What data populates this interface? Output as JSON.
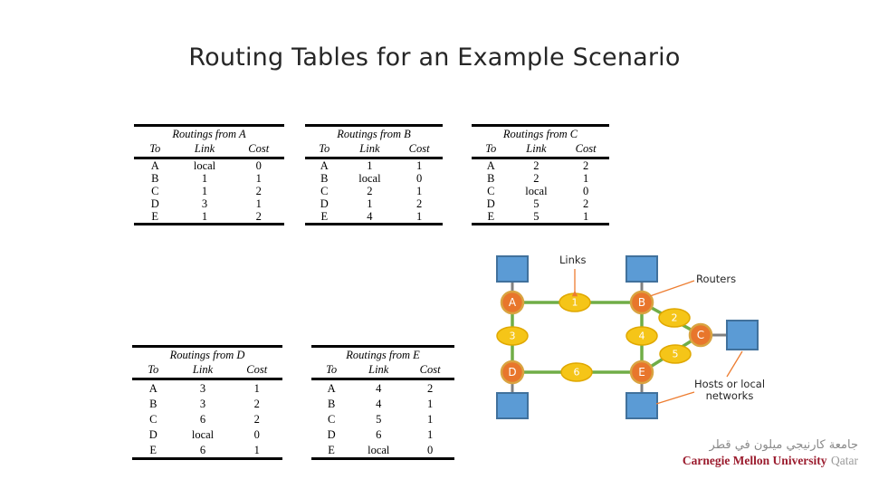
{
  "slide": {
    "title": "Routing Tables for an Example Scenario"
  },
  "tables": [
    {
      "id": "rt-a",
      "caption": "Routings from A",
      "columns": [
        "To",
        "Link",
        "Cost"
      ],
      "rows": [
        [
          "A",
          "local",
          "0"
        ],
        [
          "B",
          "1",
          "1"
        ],
        [
          "C",
          "1",
          "2"
        ],
        [
          "D",
          "3",
          "1"
        ],
        [
          "E",
          "1",
          "2"
        ]
      ]
    },
    {
      "id": "rt-b",
      "caption": "Routings from B",
      "columns": [
        "To",
        "Link",
        "Cost"
      ],
      "rows": [
        [
          "A",
          "1",
          "1"
        ],
        [
          "B",
          "local",
          "0"
        ],
        [
          "C",
          "2",
          "1"
        ],
        [
          "D",
          "1",
          "2"
        ],
        [
          "E",
          "4",
          "1"
        ]
      ]
    },
    {
      "id": "rt-c",
      "caption": "Routings from C",
      "columns": [
        "To",
        "Link",
        "Cost"
      ],
      "rows": [
        [
          "A",
          "2",
          "2"
        ],
        [
          "B",
          "2",
          "1"
        ],
        [
          "C",
          "local",
          "0"
        ],
        [
          "D",
          "5",
          "2"
        ],
        [
          "E",
          "5",
          "1"
        ]
      ]
    },
    {
      "id": "rt-d",
      "caption": "Routings from D",
      "columns": [
        "To",
        "Link",
        "Cost"
      ],
      "rows": [
        [
          "A",
          "3",
          "1"
        ],
        [
          "B",
          "3",
          "2"
        ],
        [
          "C",
          "6",
          "2"
        ],
        [
          "D",
          "local",
          "0"
        ],
        [
          "E",
          "6",
          "1"
        ]
      ]
    },
    {
      "id": "rt-e",
      "caption": "Routings from E",
      "columns": [
        "To",
        "Link",
        "Cost"
      ],
      "rows": [
        [
          "A",
          "4",
          "2"
        ],
        [
          "B",
          "4",
          "1"
        ],
        [
          "C",
          "5",
          "1"
        ],
        [
          "D",
          "6",
          "1"
        ],
        [
          "E",
          "local",
          "0"
        ]
      ]
    }
  ],
  "diagram": {
    "annotations": {
      "links": "Links",
      "routers": "Routers",
      "hosts_line1": "Hosts or local",
      "hosts_line2": "networks"
    },
    "routers": [
      {
        "id": "A",
        "label": "A"
      },
      {
        "id": "B",
        "label": "B"
      },
      {
        "id": "C",
        "label": "C"
      },
      {
        "id": "D",
        "label": "D"
      },
      {
        "id": "E",
        "label": "E"
      }
    ],
    "links": [
      {
        "id": "1",
        "label": "1",
        "between": [
          "A",
          "B"
        ]
      },
      {
        "id": "2",
        "label": "2",
        "between": [
          "B",
          "C"
        ]
      },
      {
        "id": "3",
        "label": "3",
        "between": [
          "A",
          "D"
        ]
      },
      {
        "id": "4",
        "label": "4",
        "between": [
          "B",
          "E"
        ]
      },
      {
        "id": "5",
        "label": "5",
        "between": [
          "C",
          "E"
        ]
      },
      {
        "id": "6",
        "label": "6",
        "between": [
          "D",
          "E"
        ]
      }
    ],
    "hosts": [
      {
        "attached_to": "A",
        "position": "above"
      },
      {
        "attached_to": "B",
        "position": "above"
      },
      {
        "attached_to": "C",
        "position": "right"
      },
      {
        "attached_to": "D",
        "position": "below"
      },
      {
        "attached_to": "E",
        "position": "below"
      }
    ],
    "colors": {
      "router_fill": "#E8762C",
      "router_stroke": "#D9A441",
      "link_fill": "#F5C518",
      "link_stroke": "#E0A800",
      "edge": "#70AD47",
      "host_fill": "#5B9BD5",
      "host_stroke": "#41719C",
      "leader": "#ED7D31",
      "stub": "#808080"
    }
  },
  "logo": {
    "arabic": "جامعة كارنيجي ميلون في قطر",
    "english_main": "Carnegie Mellon University",
    "english_sub": "Qatar"
  }
}
